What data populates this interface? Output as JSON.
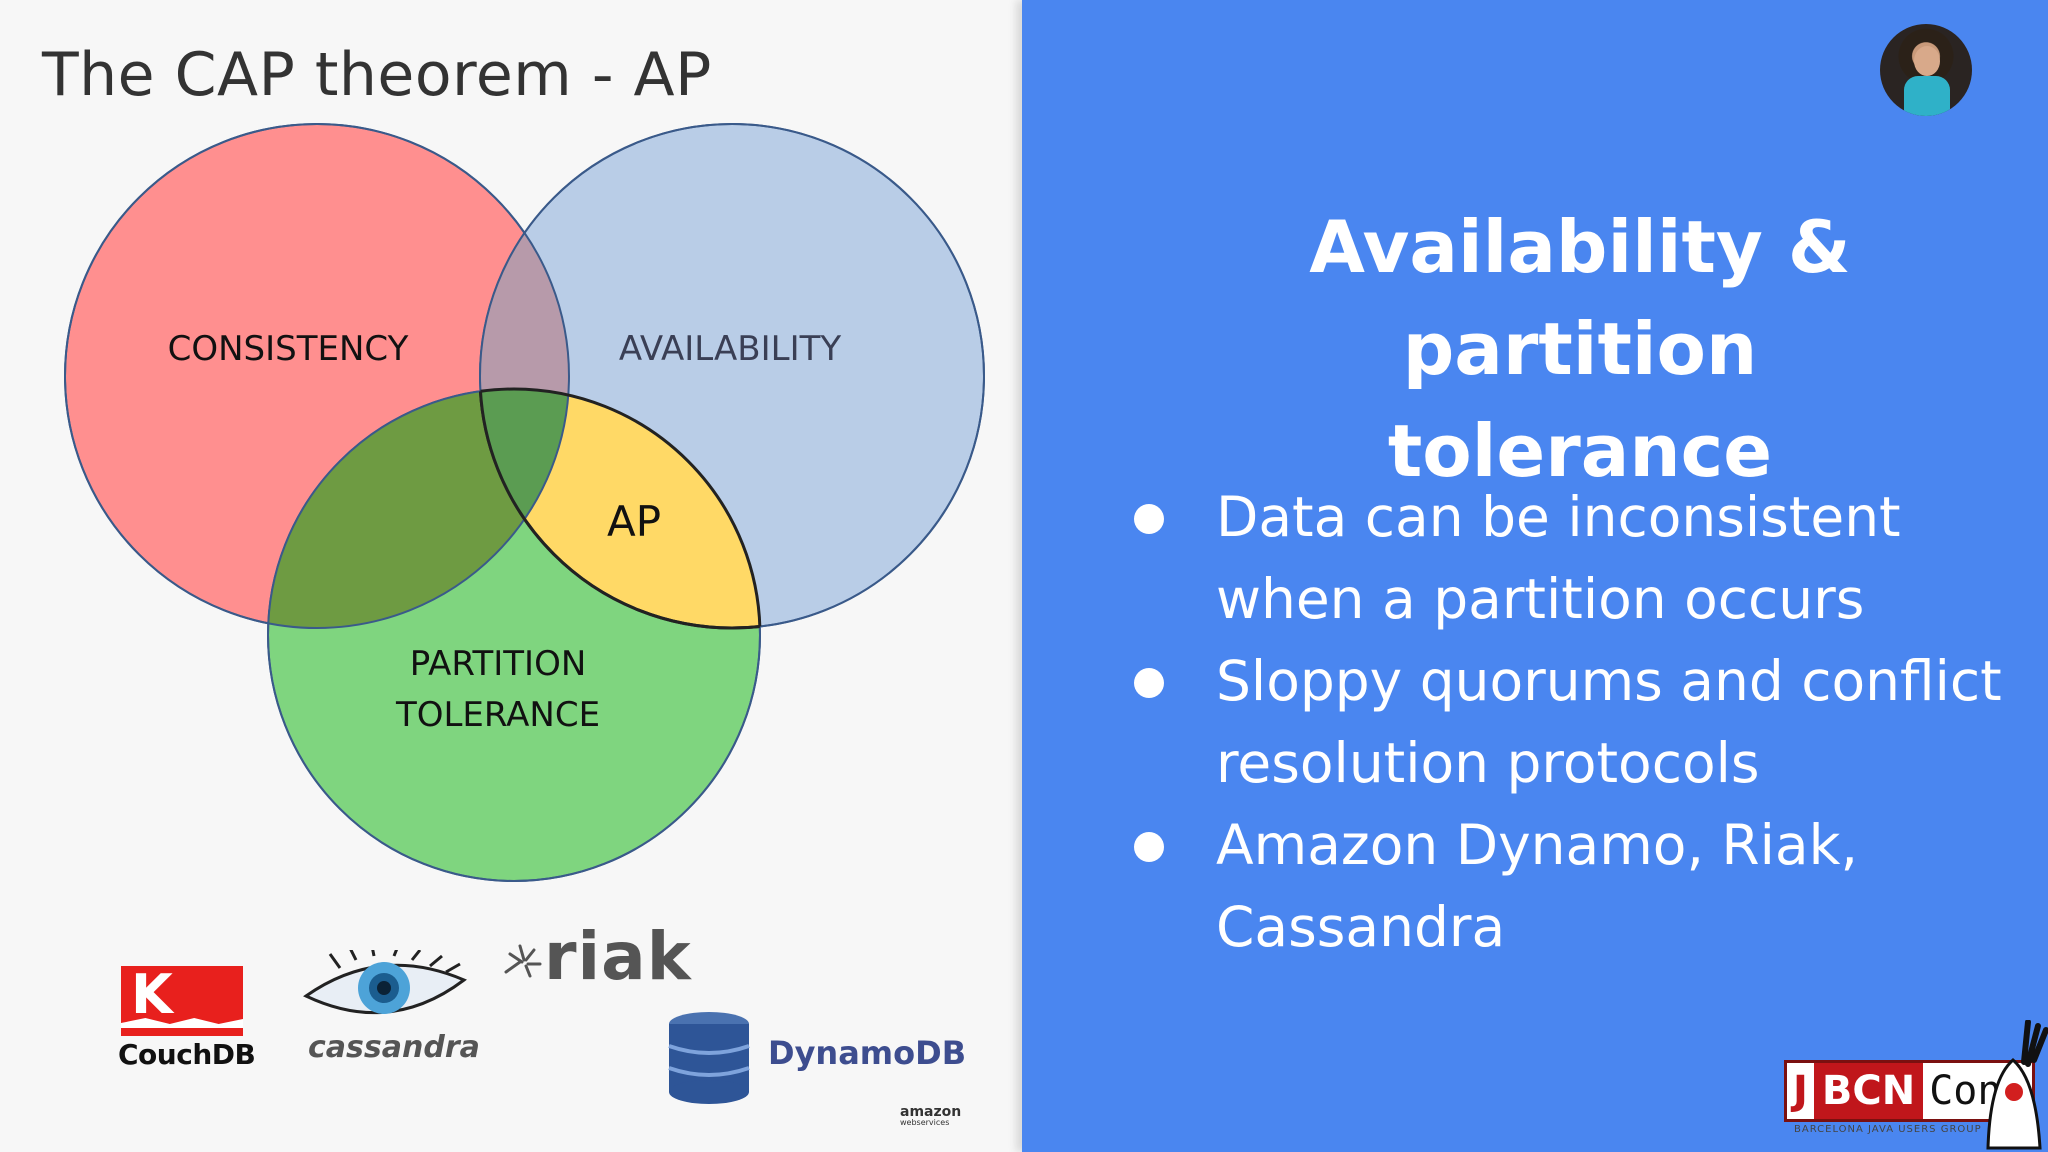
{
  "slide": {
    "title": "The CAP theorem - AP"
  },
  "venn": {
    "labels": {
      "consistency": "CONSISTENCY",
      "availability": "AVAILABILITY",
      "ap": "AP",
      "partition_line1": "PARTITION",
      "partition_line2": "TOLERANCE"
    },
    "colors": {
      "consistency": "#ff8f8f",
      "availability": "#b9cde7",
      "partition": "#7fd57f",
      "ap_highlight": "#ffd966",
      "outline": "#3a5a8a"
    }
  },
  "logos": {
    "couchdb": "CouchDB",
    "cassandra": "cassandra",
    "riak": "riak",
    "dynamodb": "DynamoDB",
    "amazon": "amazon",
    "amazon_sub": "webservices"
  },
  "panel": {
    "heading_line1": "Availability & partition",
    "heading_line2": "tolerance",
    "bullets": [
      {
        "line1": "Data can be inconsistent",
        "line2": "when a partition occurs"
      },
      {
        "line1": "Sloppy quorums and conflict",
        "line2": "resolution protocols"
      },
      {
        "line1": "Amazon Dynamo, Riak,",
        "line2": "Cassandra"
      }
    ],
    "background": "#4a86f0"
  },
  "branding": {
    "jbcn_j": "J",
    "jbcn_bcn": "BCN",
    "jbcn_conf": "Conf",
    "jbcn_sub": "BARCELONA JAVA USERS GROUP"
  }
}
